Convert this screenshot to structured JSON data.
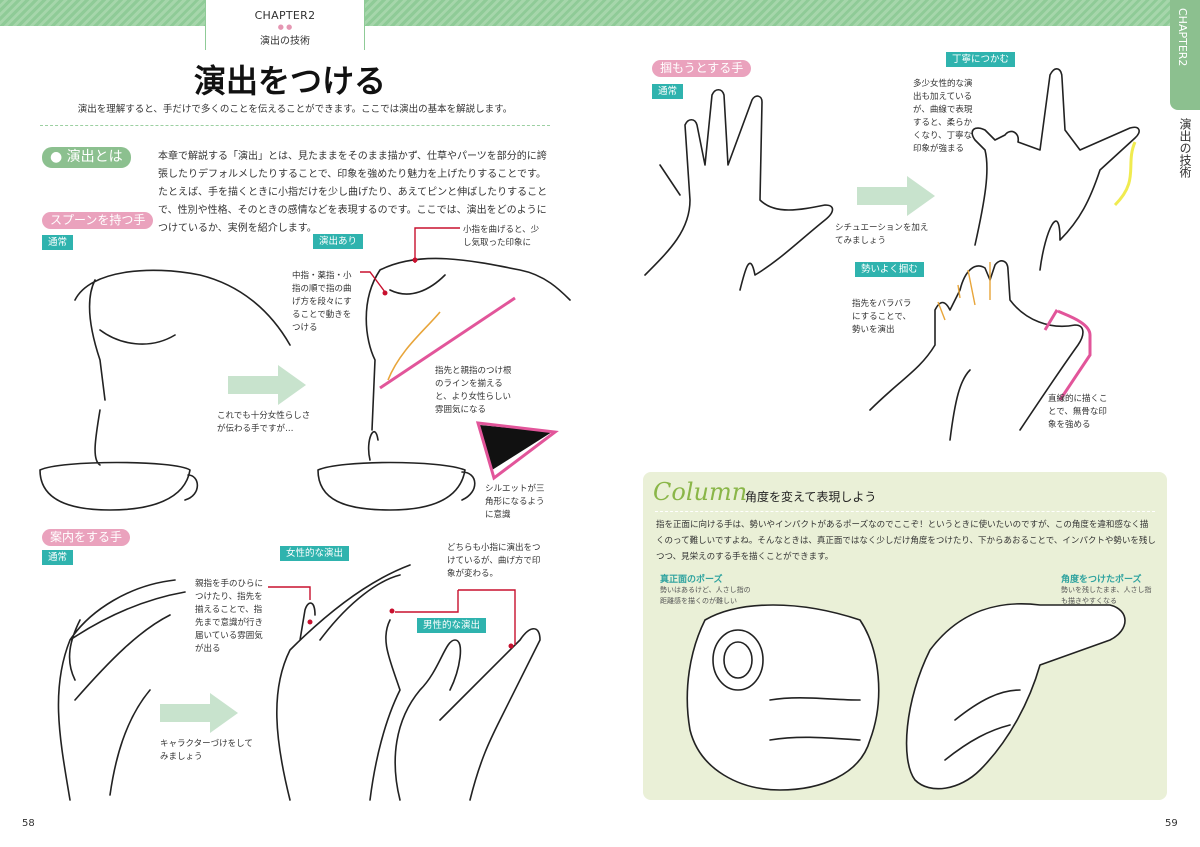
{
  "header": {
    "chapter": "CHAPTER2",
    "dots": "● ●",
    "chapter_title": "演出の技術"
  },
  "title": "演出をつける",
  "subtitle": "演出を理解すると、手だけで多くのことを伝えることができます。ここでは演出の基本を解説します。",
  "intro": {
    "pill": "● 演出とは",
    "text": "本章で解説する「演出」とは、見たままをそのまま描かず、仕草やパーツを部分的に誇張したりデフォルメしたりすることで、印象を強めたり魅力を上げたりすることです。たとえば、手を描くときに小指だけを少し曲げたり、あえてピンと伸ばしたりすることで、性別や性格、そのときの感情などを表現するのです。ここでは、演出をどのようにつけているか、実例を紹介します。"
  },
  "spoon": {
    "pill": "スプーンを持つ手",
    "normal": "通常",
    "with": "演出あり",
    "note_arrow": "これでも十分女性らしさが伝わる手ですが…",
    "note_pinky": "小指を曲げると、少し気取った印象に",
    "note_fingers": "中指・薬指・小指の順で指の曲げ方を段々にすることで動きをつける",
    "note_line": "指先と親指のつけ根のラインを揃えると、より女性らしい雰囲気になる",
    "note_silhouette": "シルエットが三角形になるように意識"
  },
  "guide": {
    "pill": "案内をする手",
    "normal": "通常",
    "female": "女性的な演出",
    "male": "男性的な演出",
    "note_arrow": "キャラクターづけをしてみましょう",
    "note_thumb": "親指を手のひらにつけたり、指先を揃えることで、指先まで意識が行き届いている雰囲気が出る",
    "note_both": "どちらも小指に演出をつけているが、曲げ方で印象が変わる。"
  },
  "grab": {
    "pill": "掴もうとする手",
    "normal": "通常",
    "careful": "丁寧につかむ",
    "vigorous": "勢いよく掴む",
    "note_arrow": "シチュエーションを加えてみましょう",
    "note_careful": "多少女性的な演出も加えているが、曲線で表現すると、柔らかくなり、丁寧な印象が強まる",
    "note_spread": "指先をバラバラにすることで、勢いを演出",
    "note_straight": "直線的に描くことで、無骨な印象を強める"
  },
  "column": {
    "label": "Column",
    "title": "角度を変えて表現しよう",
    "text": "指を正面に向ける手は、勢いやインパクトがあるポーズなのでここぞ！というときに使いたいのですが、この角度を違和感なく描くのって難しいですよね。そんなときは、真正面ではなく少しだけ角度をつけたり、下からあおることで、インパクトや勢いを残しつつ、見栄えのする手を描くことができます。",
    "front_title": "真正面のポーズ",
    "front_desc": "勢いはあるけど、人さし指の距離感を描くのが難しい",
    "angle_title": "角度をつけたポーズ",
    "angle_desc": "勢いを残したまま、人さし指も描きやすくなる"
  },
  "side": {
    "chapter": "CHAPTER2",
    "title": "演出の技術"
  },
  "pages": {
    "left": "58",
    "right": "59"
  },
  "colors": {
    "green": "#8cc08f",
    "teal": "#2fb3ae",
    "pink": "#eaa2bd",
    "column_bg": "#eaf0d7",
    "accent_red": "#c8102e"
  }
}
